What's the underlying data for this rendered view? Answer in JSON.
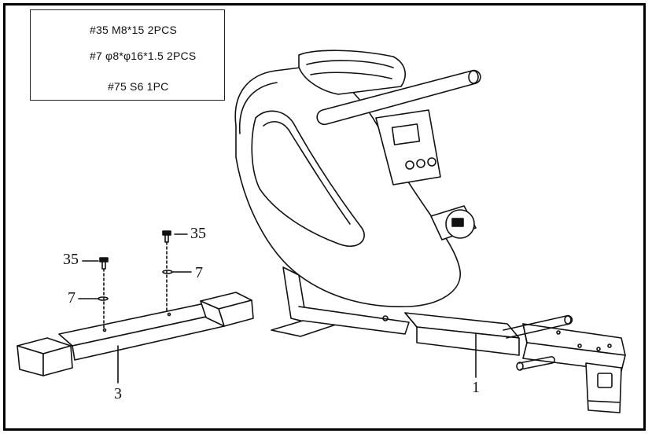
{
  "parts_list": [
    {
      "label": "#35 M8*15  2PCS",
      "icon": "bolt-icon"
    },
    {
      "label": "#7 φ8*φ16*1.5   2PCS",
      "icon": "washer-icon"
    },
    {
      "label": "#75  S6   1PC",
      "icon": "hex-key-icon"
    }
  ],
  "callouts": {
    "bolt_left": "35",
    "bolt_right": "35",
    "washer_left": "7",
    "washer_right": "7",
    "front_stabilizer": "3",
    "main_rail": "1"
  },
  "colors": {
    "line": "#111111",
    "background": "#ffffff"
  }
}
